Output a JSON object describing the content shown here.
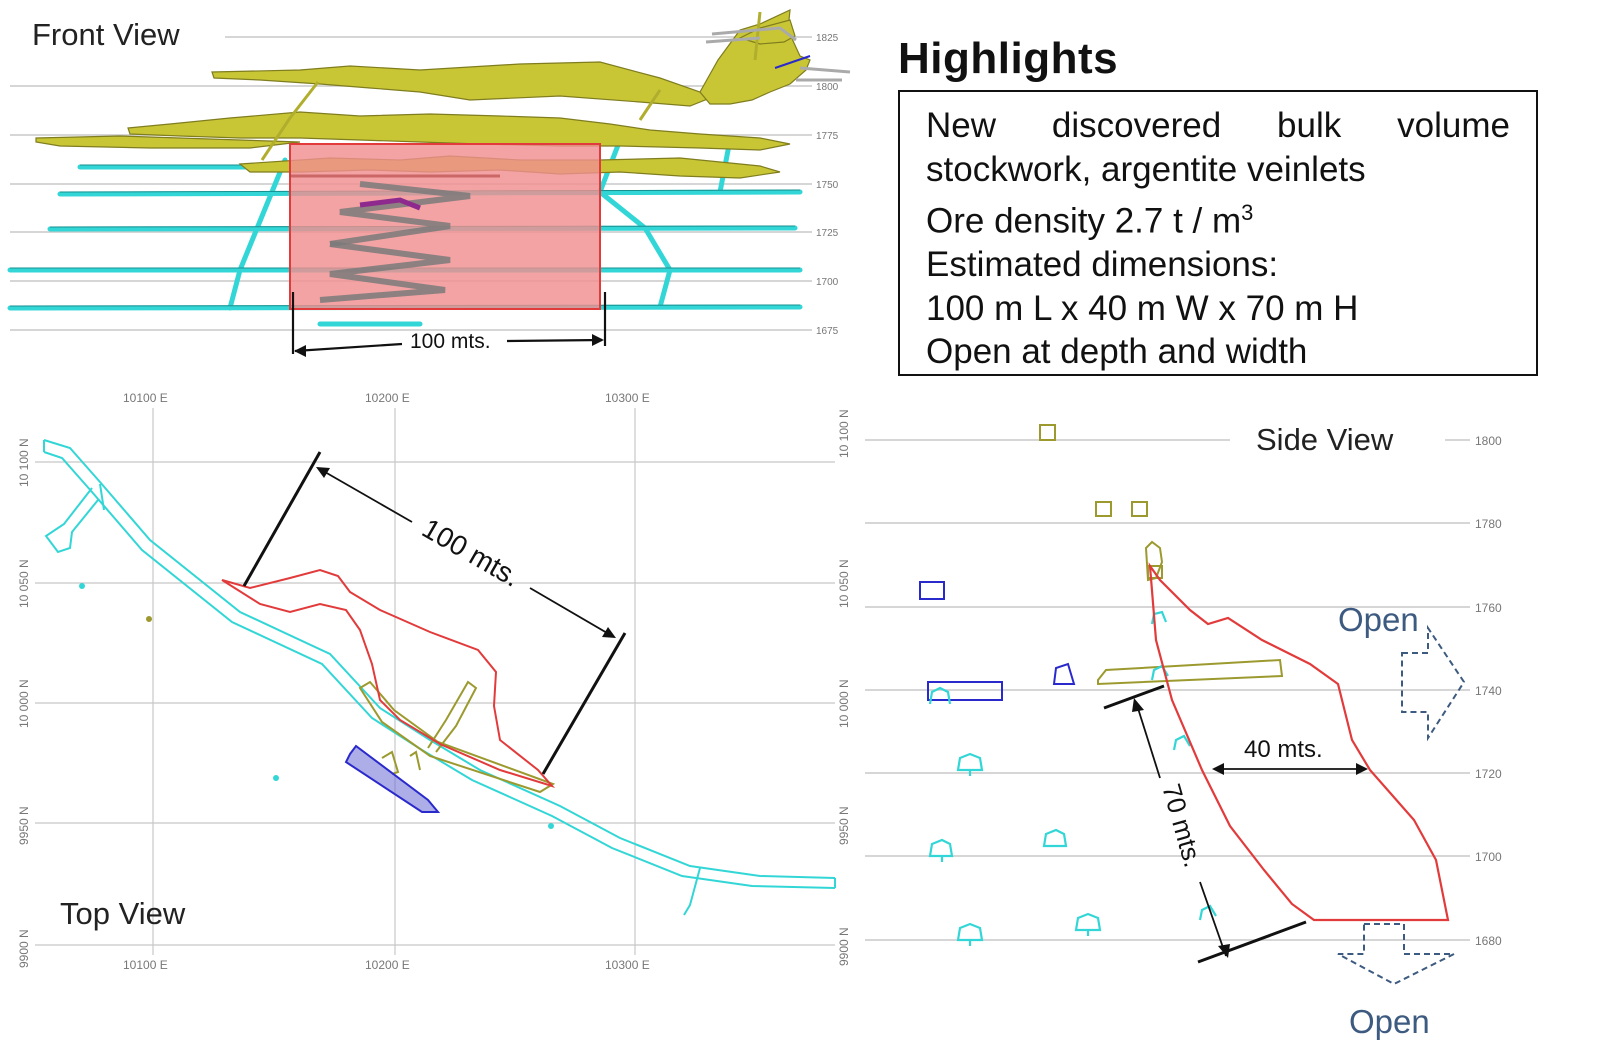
{
  "front_view": {
    "title": "Front View",
    "elevation_ticks": [
      "1825",
      "1800",
      "1775",
      "1750",
      "1725",
      "1700",
      "1675"
    ],
    "dimension_label": "100 mts."
  },
  "highlights": {
    "title": "Highlights",
    "line1_words": [
      "New",
      "discovered",
      "bulk",
      "volume"
    ],
    "line2": "stockwork, argentite veinlets",
    "line3": "Ore density 2.7 t / m",
    "line3_sup": "3",
    "line4": "Estimated dimensions:",
    "line5": "100 m L x 40 m W x 70 m H",
    "line6": "Open at depth and width"
  },
  "top_view": {
    "title": "Top View",
    "easting_ticks": [
      "10100 E",
      "10200 E",
      "10300 E"
    ],
    "northing_ticks": [
      "10 100 N",
      "10 050 N",
      "10 000 N",
      "9950 N",
      "9900 N"
    ],
    "dimension_label": "100 mts."
  },
  "side_view": {
    "title": "Side View",
    "northing_ticks": [
      "10 100 N",
      "10 050 N",
      "10 000 N",
      "9950 N",
      "9900 N"
    ],
    "elevation_ticks": [
      "1800",
      "1780",
      "1760",
      "1740",
      "1720",
      "1700",
      "1680"
    ],
    "width_label": "40 mts.",
    "height_label": "70 mts.",
    "open_right": "Open",
    "open_bottom": "Open"
  },
  "colors": {
    "drift": "#33d6d6",
    "vein": "#9c9a2e",
    "orebody": "#e23b3b",
    "orebody_fill": "#f08f8f",
    "blue_workings": "#2a2acc",
    "open_arrow": "#3d5a80",
    "grid": "#c8c8c8"
  }
}
